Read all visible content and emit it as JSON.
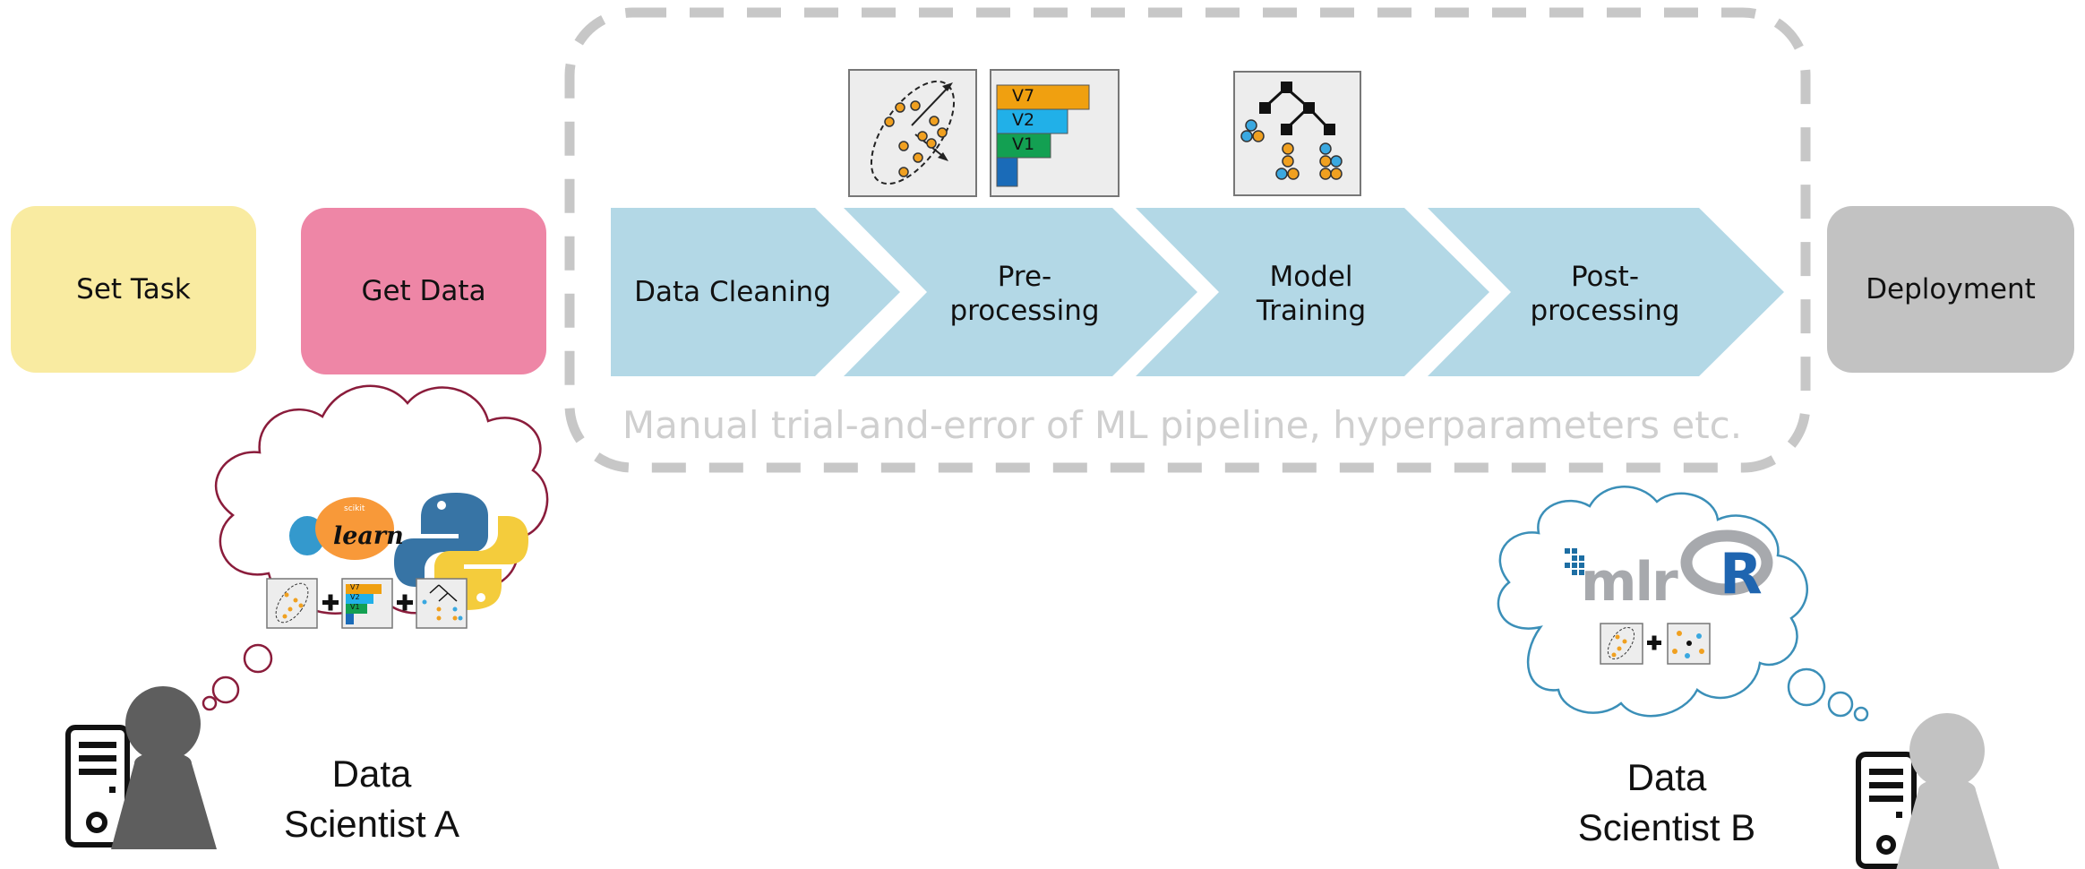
{
  "stages": {
    "set_task": "Set Task",
    "get_data": "Get Data",
    "deployment": "Deployment"
  },
  "pipeline": [
    {
      "label": "Data Cleaning"
    },
    {
      "label": "Pre-\nprocessing"
    },
    {
      "label": "Model\nTraining"
    },
    {
      "label": "Post-\nprocessing"
    }
  ],
  "caption": "Manual trial-and-error of ML pipeline, hyperparameters etc.",
  "icons": {
    "pca_bars": [
      "V7",
      "V2",
      "V1"
    ]
  },
  "scientist_a": {
    "label": "Data\nScientist A",
    "logo_learn": "learn",
    "logo_scikit": "scikit",
    "mini_bars": [
      "V7",
      "V2",
      "V1"
    ]
  },
  "scientist_b": {
    "label": "Data\nScientist B",
    "logo_mlr": "mlr",
    "logo_r": "R"
  },
  "colors": {
    "set_task": "#f9eba1",
    "get_data": "#ee86a6",
    "pipeline": "#b3d8e6",
    "deployment": "#c2c2c2",
    "dash": "#c7c7c7",
    "cloud_a": "#8a1c3b",
    "cloud_b": "#3b8fb8",
    "person_a": "#5e5e5e",
    "person_b": "#c2c2c2"
  }
}
